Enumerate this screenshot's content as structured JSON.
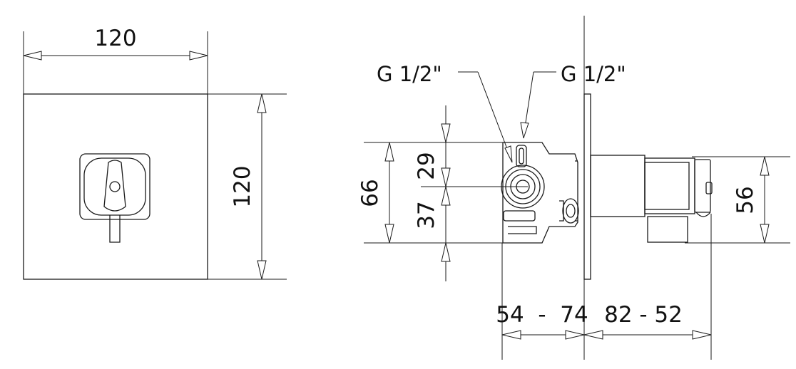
{
  "front_view": {
    "width_dimension": "120",
    "height_dimension": "120"
  },
  "side_view": {
    "connection_left": "G 1/2\"",
    "connection_right": "G 1/2\"",
    "body_height": "66",
    "upper_offset": "29",
    "lower_offset": "37",
    "cartridge_height": "56",
    "depth_range_rear": "54  -  74",
    "depth_range_front": "82 - 52"
  }
}
